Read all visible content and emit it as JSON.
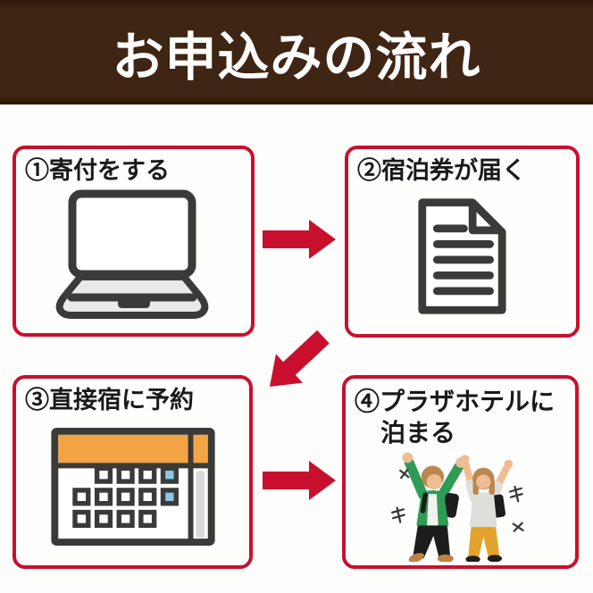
{
  "header": {
    "title": "お申込みの流れ"
  },
  "steps": [
    {
      "label_line1": "①寄付をする",
      "label_line2": "",
      "icon": "laptop-icon"
    },
    {
      "label_line1": "②宿泊券が届く",
      "label_line2": "",
      "icon": "voucher-document-icon"
    },
    {
      "label_line1": "③直接宿に予約",
      "label_line2": "",
      "icon": "reservation-calendar-icon"
    },
    {
      "label_line1": "④プラザホテルに",
      "label_line2": "泊まる",
      "icon": "celebrating-travelers-icon"
    }
  ],
  "arrows": [
    {
      "name": "arrow-step1-to-step2",
      "direction": "right"
    },
    {
      "name": "arrow-step2-to-step3",
      "direction": "down-left"
    },
    {
      "name": "arrow-step3-to-step4",
      "direction": "right"
    }
  ],
  "colors": {
    "brown": "#3F2513",
    "brown_dark": "#2B170A",
    "accent": "#C8102E",
    "ink": "#3A3A3A",
    "bg": "#FDFDFB",
    "card_bg": "#FEFEFD",
    "laptop_gray": "#E9E9E9",
    "scrollbar_gray": "#D9D9D9",
    "orange": "#F2A444",
    "blue": "#8CC6E6",
    "green": "#2E9B57",
    "yellow": "#E3A32C",
    "skin": "#EFBD92",
    "hair": "#BA8750",
    "shoe": "#C08144",
    "dark": "#1D1D1D",
    "shirt": "#F2F2EE",
    "top_gray": "#DEDEDA",
    "title_text": "#FFFFFF",
    "label_text": "#1A1A1A"
  }
}
